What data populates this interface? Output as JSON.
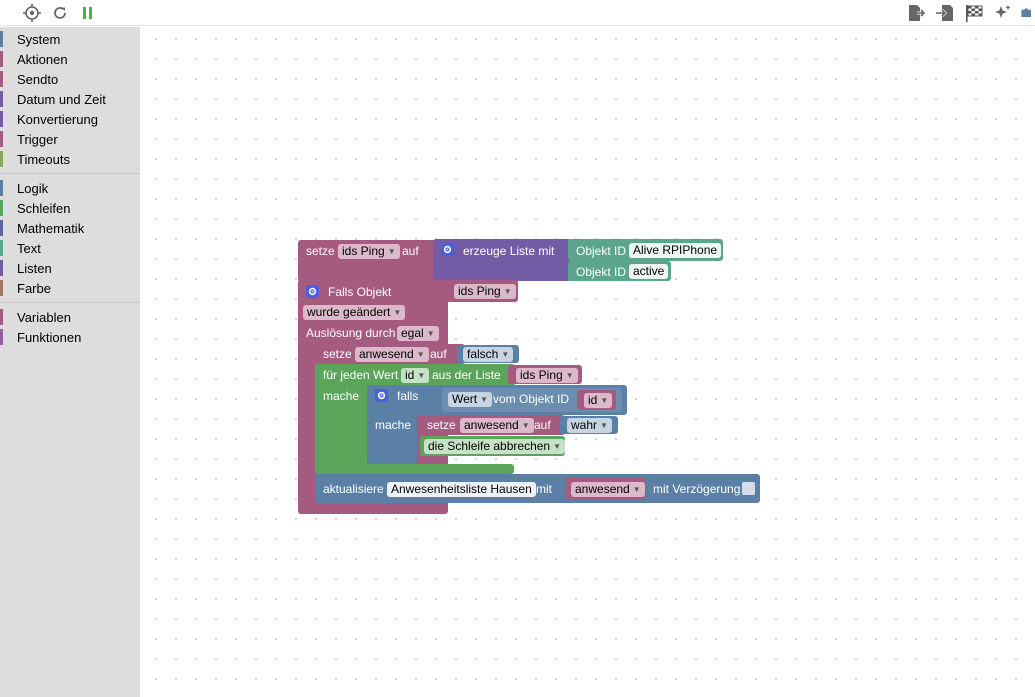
{
  "toolbar": {
    "left_icons": [
      "crosshair-icon",
      "refresh-icon",
      "pause-icon"
    ],
    "right_icons": [
      "export-icon",
      "import-icon",
      "flag-icon",
      "sparkle-icon",
      "puzzle-icon"
    ],
    "pause_color": "#4caf50"
  },
  "toolbox": {
    "groups": [
      [
        {
          "label": "System",
          "color": "#5b80a5"
        },
        {
          "label": "Aktionen",
          "color": "#a55b80"
        },
        {
          "label": "Sendto",
          "color": "#a55b80"
        },
        {
          "label": "Datum und Zeit",
          "color": "#745ba5"
        },
        {
          "label": "Konvertierung",
          "color": "#745ba5"
        },
        {
          "label": "Trigger",
          "color": "#a55b80"
        },
        {
          "label": "Timeouts",
          "color": "#8ba55b"
        }
      ],
      [
        {
          "label": "Logik",
          "color": "#5b80a5"
        },
        {
          "label": "Schleifen",
          "color": "#5ba55b"
        },
        {
          "label": "Mathematik",
          "color": "#5b67a5"
        },
        {
          "label": "Text",
          "color": "#5ba58c"
        },
        {
          "label": "Listen",
          "color": "#745ba5"
        },
        {
          "label": "Farbe",
          "color": "#a5745b"
        }
      ],
      [
        {
          "label": "Variablen",
          "color": "#a55b80"
        },
        {
          "label": "Funktionen",
          "color": "#995ba5"
        }
      ]
    ]
  },
  "blocks": {
    "set_var": {
      "label": "setze",
      "var": "ids Ping",
      "to": "auf"
    },
    "create_list": {
      "label": "erzeuge Liste mit"
    },
    "obj1": {
      "label": "Objekt ID",
      "value": "Alive RPIPhone"
    },
    "obj2": {
      "label": "Objekt ID",
      "value": "active"
    },
    "trigger": {
      "label": "Falls Objekt",
      "var": "ids Ping",
      "changed": "wurde geändert",
      "cause_label": "Auslösung durch",
      "cause": "egal"
    },
    "set_present": {
      "label": "setze",
      "var": "anwesend",
      "to": "auf",
      "value": "falsch"
    },
    "foreach": {
      "label": "für jeden Wert",
      "var": "id",
      "from": "aus der Liste",
      "list": "ids Ping",
      "do": "mache"
    },
    "if_block": {
      "label": "falls",
      "do": "mache"
    },
    "value_of": {
      "field": "Wert",
      "label": "vom Objekt ID",
      "var": "id"
    },
    "set_present2": {
      "label": "setze",
      "var": "anwesend",
      "to": "auf",
      "value": "wahr"
    },
    "break_loop": {
      "label": "die Schleife abbrechen"
    },
    "update": {
      "label": "aktualisiere",
      "target": "Anwesenheitsliste Hausen",
      "with": "mit",
      "var": "anwesend",
      "delay": "mit Verzögerung"
    }
  }
}
